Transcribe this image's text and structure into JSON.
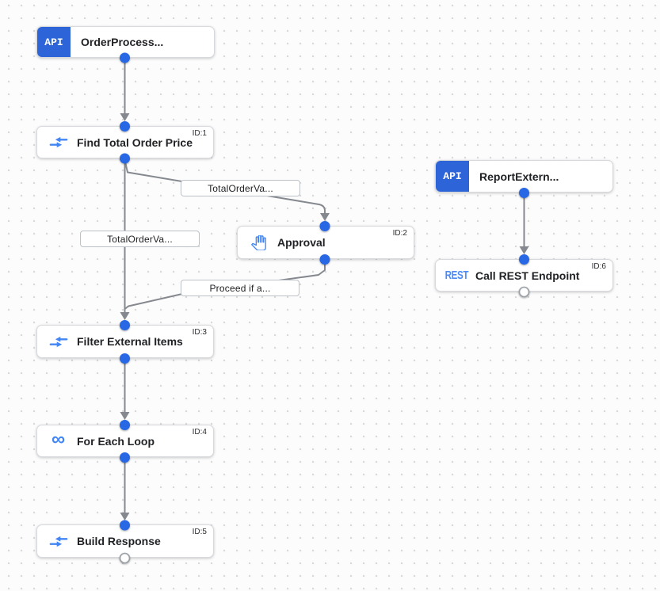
{
  "nodes": [
    {
      "title": "OrderProcess...",
      "type": "trigger",
      "badge": "API"
    },
    {
      "title": "Find Total Order Price",
      "type": "task",
      "id_label": "ID:1",
      "icon": "data-mapping-icon"
    },
    {
      "title": "Approval",
      "type": "task",
      "id_label": "ID:2",
      "icon": "approval-hand-icon"
    },
    {
      "title": "ReportExtern...",
      "type": "trigger",
      "badge": "API"
    },
    {
      "title": "Call REST Endpoint",
      "type": "task",
      "id_label": "ID:6",
      "icon": "rest-icon",
      "icon_text": "REST"
    },
    {
      "title": "Filter External Items",
      "type": "task",
      "id_label": "ID:3",
      "icon": "data-mapping-icon"
    },
    {
      "title": "For Each Loop",
      "type": "task",
      "id_label": "ID:4",
      "icon": "infinity-icon",
      "icon_glyph": "∞"
    },
    {
      "title": "Build Response",
      "type": "task",
      "id_label": "ID:5",
      "icon": "data-mapping-icon"
    }
  ],
  "edge_labels": [
    {
      "text": "TotalOrderVa..."
    },
    {
      "text": "TotalOrderVa..."
    },
    {
      "text": "Proceed if a..."
    }
  ],
  "colors": {
    "trigger_badge_blue": "#2d64d7",
    "port_blue": "#2868e4",
    "icon_blue": "#4285f4",
    "edge_gray": "#85898f"
  }
}
